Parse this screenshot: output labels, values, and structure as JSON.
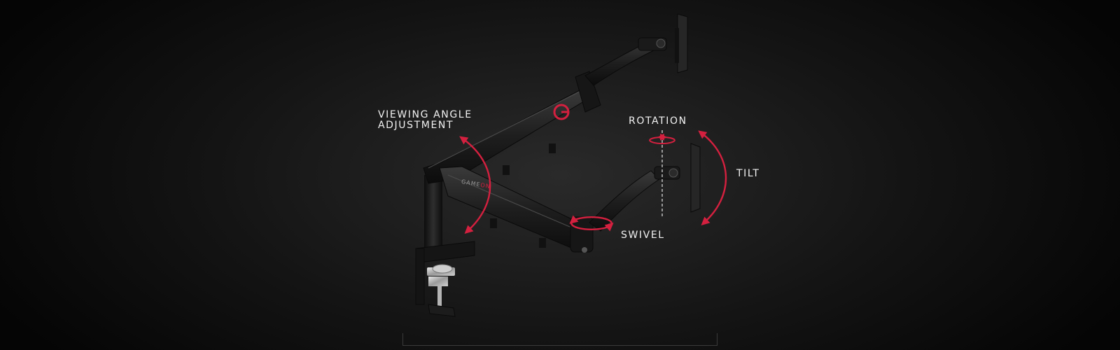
{
  "labels": {
    "viewing_angle_line1": "VIEWING ANGLE",
    "viewing_angle_line2": "ADJUSTMENT",
    "rotation": "ROTATION",
    "tilt": "TILT",
    "swivel": "SWIVEL"
  },
  "brand": {
    "prefix": "GAME",
    "suffix": "ON"
  },
  "colors": {
    "accent": "#d4203f",
    "arm": "#1c1c1c",
    "arm_highlight": "#3a3a3a",
    "text": "#f2f2f2"
  }
}
